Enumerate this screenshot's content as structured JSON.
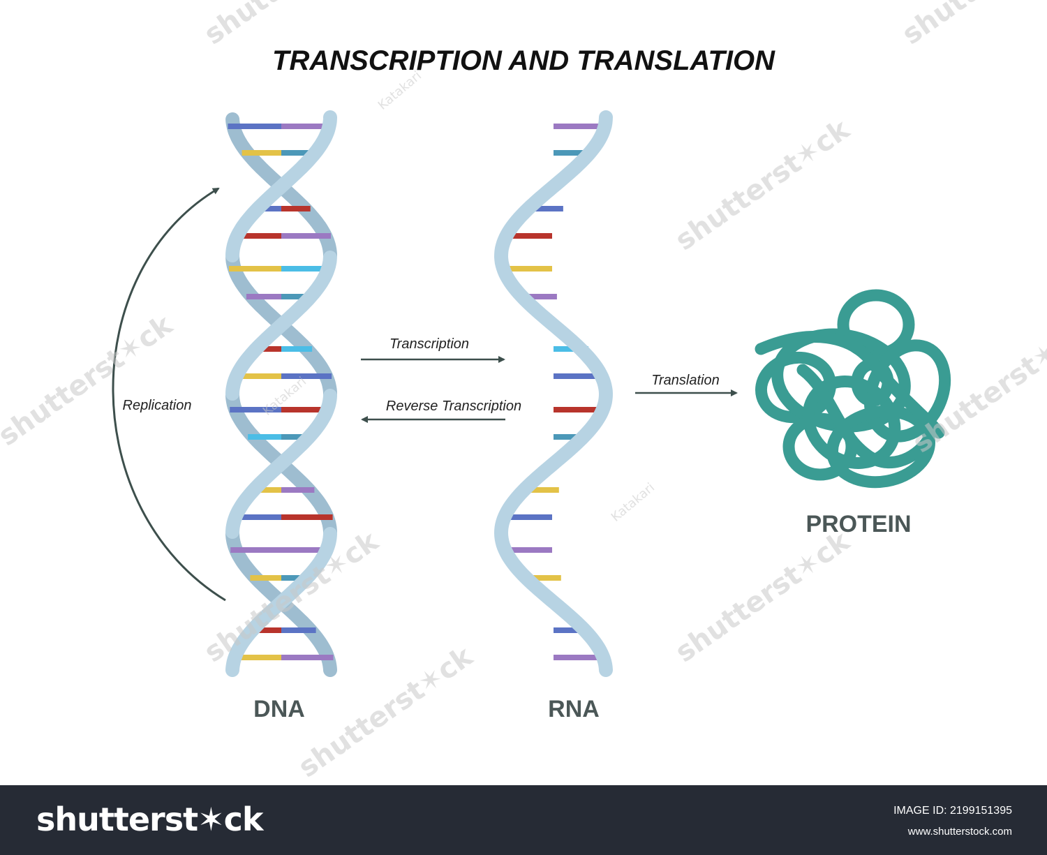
{
  "title": "TRANSCRIPTION AND TRANSLATION",
  "labels": {
    "dna": "DNA",
    "rna": "RNA",
    "protein": "PROTEIN",
    "replication": "Replication",
    "transcription": "Transcription",
    "reverse_transcription": "Reverse Transcription",
    "translation": "Translation"
  },
  "watermarks": {
    "brand": "shutterst✶ck",
    "author": "Katakari"
  },
  "footer": {
    "logo": "shutterst✶ck",
    "image_id": "IMAGE ID: 2199151395",
    "site": "www.shutterstock.com"
  },
  "colors": {
    "blue": "#5b73c4",
    "purple": "#9b79c2",
    "yellow": "#e3c247",
    "teal": "#4c98b8",
    "red": "#b8342c",
    "cyan": "#4bbde6",
    "backbone": "#b7d3e3",
    "backbone_shadow": "#9ebdd0",
    "protein": "#3a9c93",
    "arrow": "#3d4f4c",
    "label": "#4b5757",
    "footer_bg": "#262b35"
  },
  "dna_base_pairs": [
    [
      "blue",
      "purple"
    ],
    [
      "yellow",
      "teal"
    ],
    [
      "blue",
      "red"
    ],
    [
      "red",
      "purple"
    ],
    [
      "yellow",
      "cyan"
    ],
    [
      "purple",
      "teal"
    ],
    [
      "red",
      "cyan"
    ],
    [
      "yellow",
      "blue"
    ],
    [
      "blue",
      "red"
    ],
    [
      "cyan",
      "teal"
    ],
    [
      "yellow",
      "purple"
    ],
    [
      "blue",
      "red"
    ],
    [
      "purple",
      "purple"
    ],
    [
      "yellow",
      "teal"
    ],
    [
      "red",
      "blue"
    ],
    [
      "yellow",
      "purple"
    ]
  ],
  "rna_bases": [
    "purple",
    "teal",
    "blue",
    "red",
    "yellow",
    "purple",
    "cyan",
    "blue",
    "red",
    "teal",
    "yellow",
    "blue",
    "purple",
    "yellow",
    "blue",
    "purple"
  ]
}
